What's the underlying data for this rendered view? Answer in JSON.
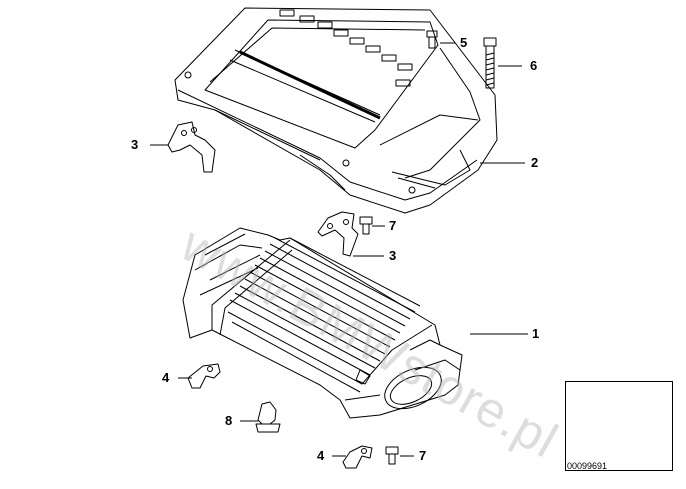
{
  "callouts": {
    "c1": "1",
    "c2": "2",
    "c3a": "3",
    "c3b": "3",
    "c4a": "4",
    "c4b": "4",
    "c5": "5",
    "c6": "6",
    "c7a": "7",
    "c7b": "7",
    "c8": "8"
  },
  "thumbnail": {
    "label": "00099691"
  },
  "watermark": "www.BMWstore.pl",
  "colors": {
    "line": "#000000",
    "background": "#ffffff",
    "watermark": "#b4b4b4"
  }
}
